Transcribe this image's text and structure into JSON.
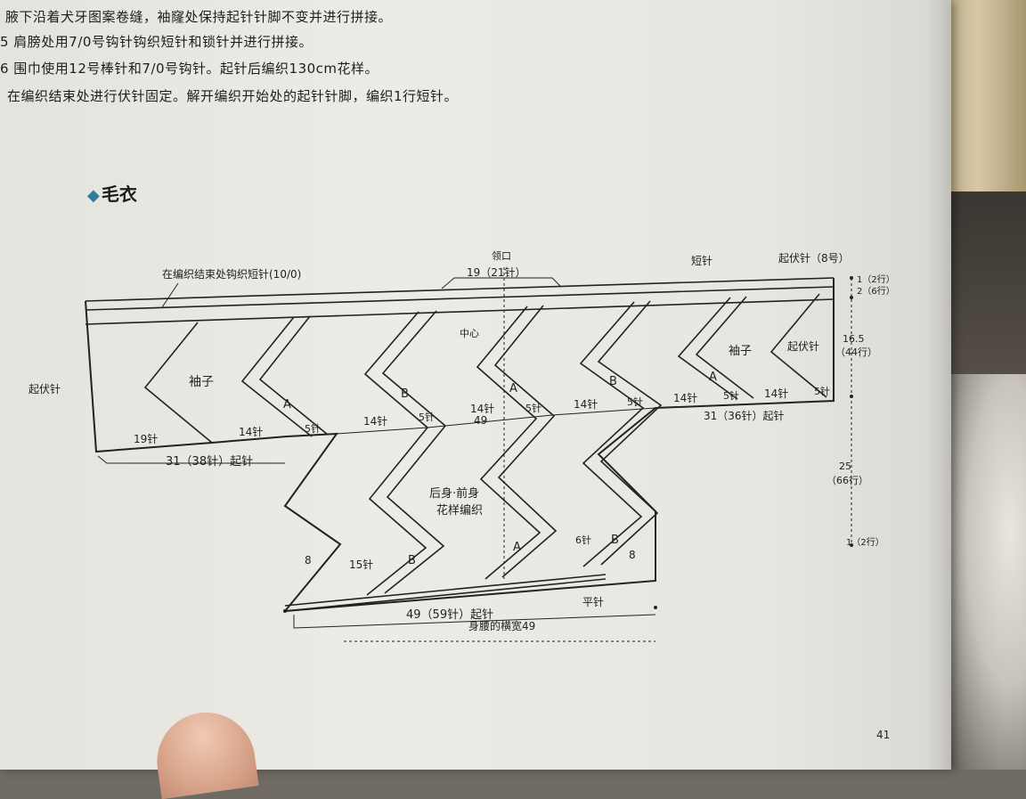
{
  "instructions": [
    "腋下沿着犬牙图案卷缝，袖窿处保持起针针脚不变并进行拼接。",
    "5 肩膀处用7/0号钩针钩织短针和锁针并进行拼接。",
    "6 围巾使用12号棒针和7/0号钩针。起针后编织130cm花样。",
    "在编织结束处进行伏针固定。解开编织开始处的起针针脚，编织1行短针。"
  ],
  "section_title": "毛衣",
  "labels": {
    "finish_crochet": "在编织结束处钩织短针(10/0)",
    "neckline": "领口",
    "neckline_count": "19（21针）",
    "short_stitch": "短针",
    "cast_off_8": "起伏针（8号）",
    "cast_off_left": "起伏针",
    "sleeve_left": "袖子",
    "sleeve_right": "袖子",
    "cast_off_right": "起伏针",
    "center": "中心",
    "body": "后身·前身",
    "pattern": "花样编织",
    "row_1_2": "1（2行）",
    "row_2_6": "2（6行）",
    "h_16_5": "16.5",
    "h_44": "（44行）",
    "h_25": "25",
    "h_66": "（66行）",
    "row_1_2_b": "1（2行）",
    "st_19": "19针",
    "st_14_a": "14针",
    "st_5_a": "5针",
    "st_14_b": "14针",
    "st_5_b": "5针",
    "st_14_c": "14针",
    "st_49": "49",
    "st_5_c": "5针",
    "st_14_d": "14针",
    "st_5_d": "5针",
    "st_14_e": "14针",
    "st_5_e": "5针",
    "st_14_f": "14针",
    "st_5_f": "5针",
    "left_cast": "31（38针）起针",
    "right_cast": "31（36针）起针",
    "eight_left": "8",
    "eight_right": "8",
    "st_15": "15针",
    "st_6": "6针",
    "flat": "平针",
    "bottom_cast": "49（59针）起针",
    "waist": "身腰的横宽49",
    "A1": "A",
    "A2": "A",
    "A3": "A",
    "A4": "A",
    "B1": "B",
    "B2": "B",
    "B3": "B",
    "B4": "B"
  },
  "page_number": "41",
  "colors": {
    "accent": "#2f7d9a",
    "ink": "#222222",
    "paper": "#e9e8e3"
  }
}
